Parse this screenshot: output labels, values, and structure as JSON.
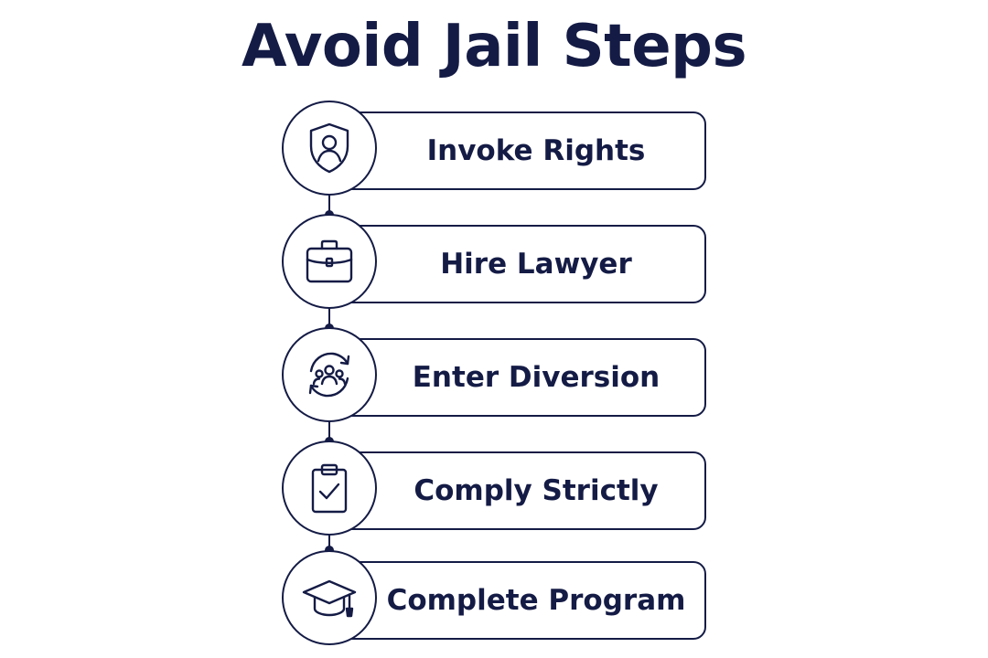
{
  "title": "Avoid Jail Steps",
  "colors": {
    "ink": "#141b45",
    "background": "#ffffff"
  },
  "steps": [
    {
      "label": "Invoke Rights",
      "icon": "shield-person-icon"
    },
    {
      "label": "Hire Lawyer",
      "icon": "briefcase-icon"
    },
    {
      "label": "Enter Diversion",
      "icon": "group-cycle-icon"
    },
    {
      "label": "Comply Strictly",
      "icon": "clipboard-check-icon"
    },
    {
      "label": "Complete Program",
      "icon": "graduation-cap-icon"
    }
  ]
}
